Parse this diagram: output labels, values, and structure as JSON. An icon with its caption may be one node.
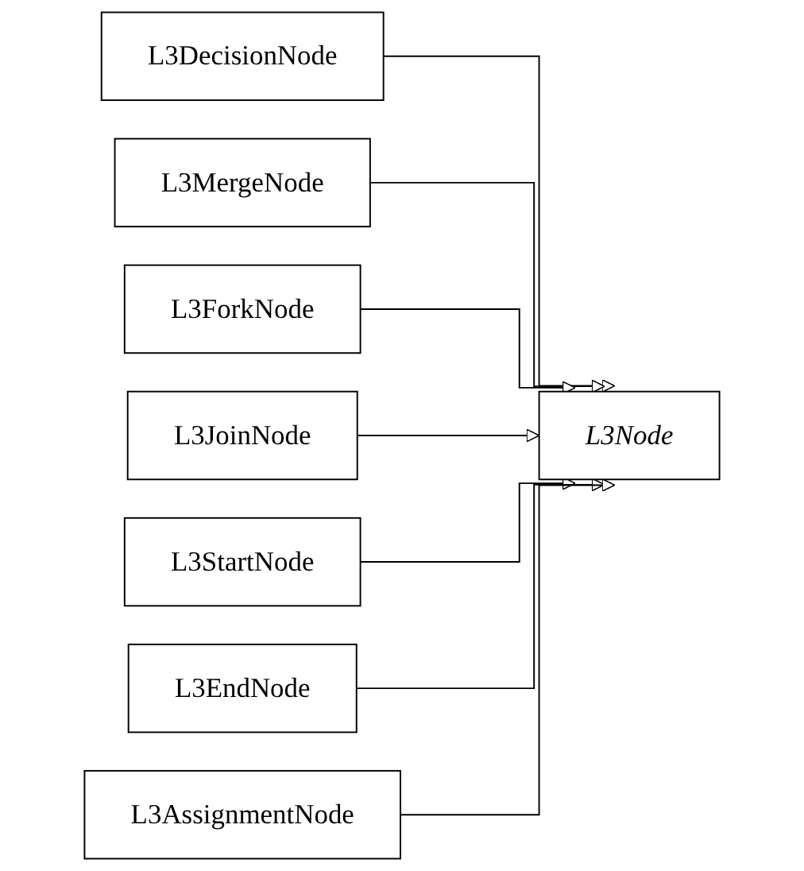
{
  "diagram": {
    "nodes": [
      {
        "text": [
          "L3DecisionNode"
        ]
      },
      {
        "text": [
          "L3MergeNode"
        ]
      },
      {
        "text": [
          "L3ForkNode"
        ]
      },
      {
        "text": [
          "L3JoinNode"
        ]
      },
      {
        "text": [
          "L3StartNode"
        ]
      },
      {
        "text": [
          "L3EndNode"
        ]
      },
      {
        "text": [
          "L3AssignmentNode"
        ]
      },
      {
        "text": [
          "L3Node"
        ]
      }
    ],
    "edges": [
      {
        "from": 0,
        "to": 7,
        "arrow": "to"
      },
      {
        "from": 1,
        "to": 7,
        "arrow": "to"
      },
      {
        "from": 2,
        "to": 7,
        "arrow": "to"
      },
      {
        "from": 3,
        "to": 7,
        "arrow": "to"
      },
      {
        "from": 4,
        "to": 7,
        "arrow": "to"
      },
      {
        "from": 5,
        "to": 7,
        "arrow": "to"
      },
      {
        "from": 6,
        "to": 7,
        "arrow": "to"
      }
    ]
  }
}
